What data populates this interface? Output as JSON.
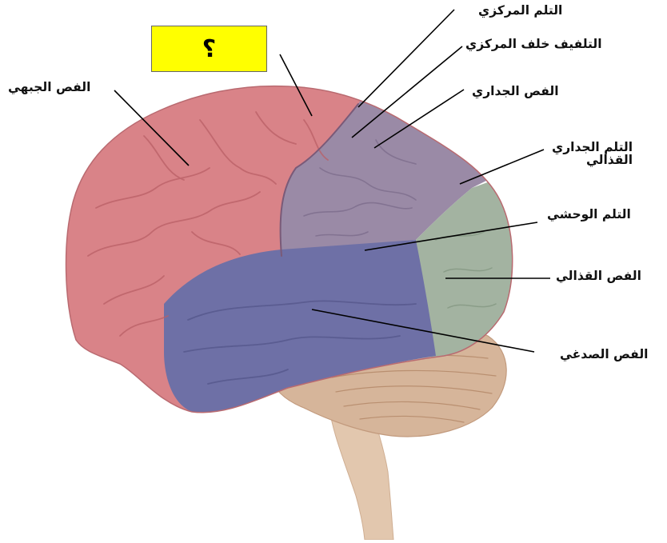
{
  "question_box": {
    "text": "؟",
    "color": "#ffff00"
  },
  "labels": {
    "central_sulcus": "التلم المركزي",
    "postcentral_gyrus": "التلفيف خلف المركزي",
    "parietal_lobe": "الفص الجداري",
    "parieto_occipital_sulcus_line1": "التلم الجداري",
    "parieto_occipital_sulcus_line2": "القذالي",
    "lateral_sulcus": "التلم الوحشي",
    "occipital_lobe": "الفص القذالي",
    "temporal_lobe": "الفص الصدغي",
    "frontal_lobe": "الفص الجبهي"
  },
  "colors": {
    "frontal": "#d98388",
    "parietal": "#9a8aa6",
    "occipital": "#a3b3a1",
    "temporal": "#6e70a6",
    "cerebellum": "#d6b59a",
    "brainstem": "#e2c7ae",
    "leader_line": "#000000"
  }
}
